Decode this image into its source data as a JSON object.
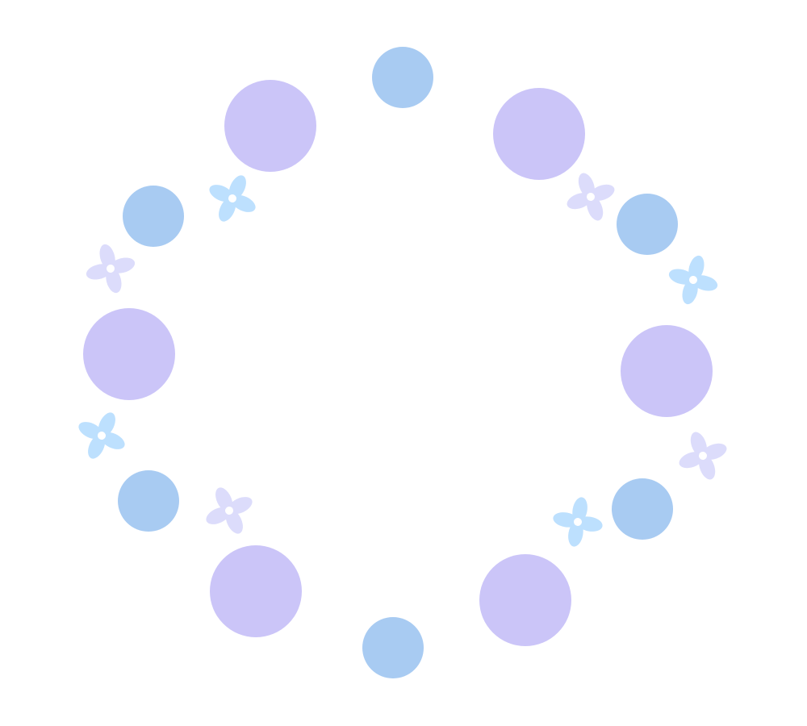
{
  "colors": {
    "background": "#ffffff",
    "large_dot": "#cbc5f8",
    "small_dot": "#a8cbf2",
    "flower_blue": "#bde0fe",
    "flower_lavender": "#dcdcfb",
    "flower_center": "#ffffff"
  },
  "ornaments": [
    {
      "kind": "large-dot",
      "color": "large_dot"
    },
    {
      "kind": "small-dot",
      "color": "small_dot"
    },
    {
      "kind": "flower",
      "color": "flower_blue"
    },
    {
      "kind": "flower",
      "color": "flower_lavender"
    }
  ]
}
